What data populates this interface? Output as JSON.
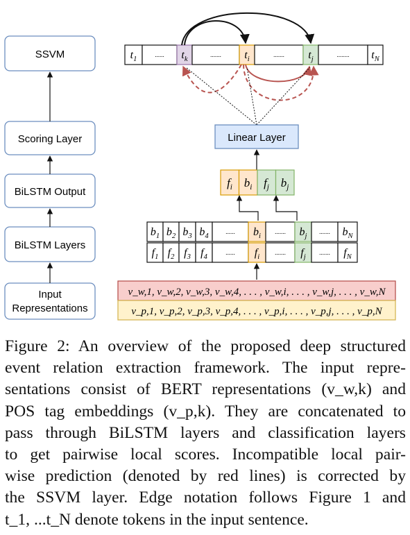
{
  "figure": {
    "pipeline": [
      {
        "label": "SSVM"
      },
      {
        "label": "Scoring Layer"
      },
      {
        "label": "BiLSTM Output"
      },
      {
        "label": "BiLSTM Layers"
      },
      {
        "label": "Input",
        "label2": "Representations"
      }
    ],
    "token_sequence": {
      "cells": [
        "t",
        "......",
        "t",
        ".......",
        "t",
        ".......",
        "t",
        "........",
        "t"
      ],
      "subs": [
        "1",
        "",
        "k",
        "",
        "i",
        "",
        "j",
        "",
        "N"
      ]
    },
    "linear_layer": "Linear Layer",
    "pair_vector": {
      "letters": [
        "f",
        "b",
        "f",
        "b"
      ],
      "subs": [
        "i",
        "i",
        "j",
        "j"
      ]
    },
    "bilstm_grid": {
      "b_row": [
        "b",
        "b",
        "b",
        "b",
        "......",
        "b",
        ".......",
        "b",
        ".......",
        "b"
      ],
      "b_subs": [
        "1",
        "2",
        "3",
        "4",
        "",
        "i",
        "",
        "j",
        "",
        "N"
      ],
      "f_row": [
        "f",
        "f",
        "f",
        "f",
        "......",
        "f",
        ".......",
        "f",
        ".......",
        "f"
      ],
      "f_subs": [
        "1",
        "2",
        "3",
        "4",
        "",
        "i",
        "",
        "j",
        "",
        "N"
      ]
    },
    "bert_row": "v_w,1, v_w,2, v_w,3, v_w,4, . . . , v_w,i, . . . , v_w,j, . . . , v_w,N",
    "pos_row": "v_p,1, v_p,2, v_p,3, v_p,4, . . . , v_p,i, . . . , v_p,j, . . . , v_p,N",
    "colors": {
      "purple": "#e1d5e7",
      "orange": "#ffe6cc",
      "green": "#d5e8d4",
      "blue": "#dae8fc",
      "red": "#f8cecc",
      "yellow": "#fff2cc",
      "dashed_red": "#b85450"
    }
  },
  "caption": {
    "lines": [
      "Figure 2:  An overview of the proposed deep structured",
      "event relation extraction framework.  The input repre-",
      "sentations consist of BERT representations (v_w,k) and",
      "POS tag embeddings (v_p,k).  They are concatenated to",
      "pass through BiLSTM layers and classification layers",
      "to get pairwise local scores.  Incompatible local pair-",
      "wise prediction (denoted by red lines) is corrected by",
      "the SSVM layer.  Edge notation follows Figure 1 and",
      "t_1, ...t_N denote tokens in the input sentence."
    ]
  }
}
